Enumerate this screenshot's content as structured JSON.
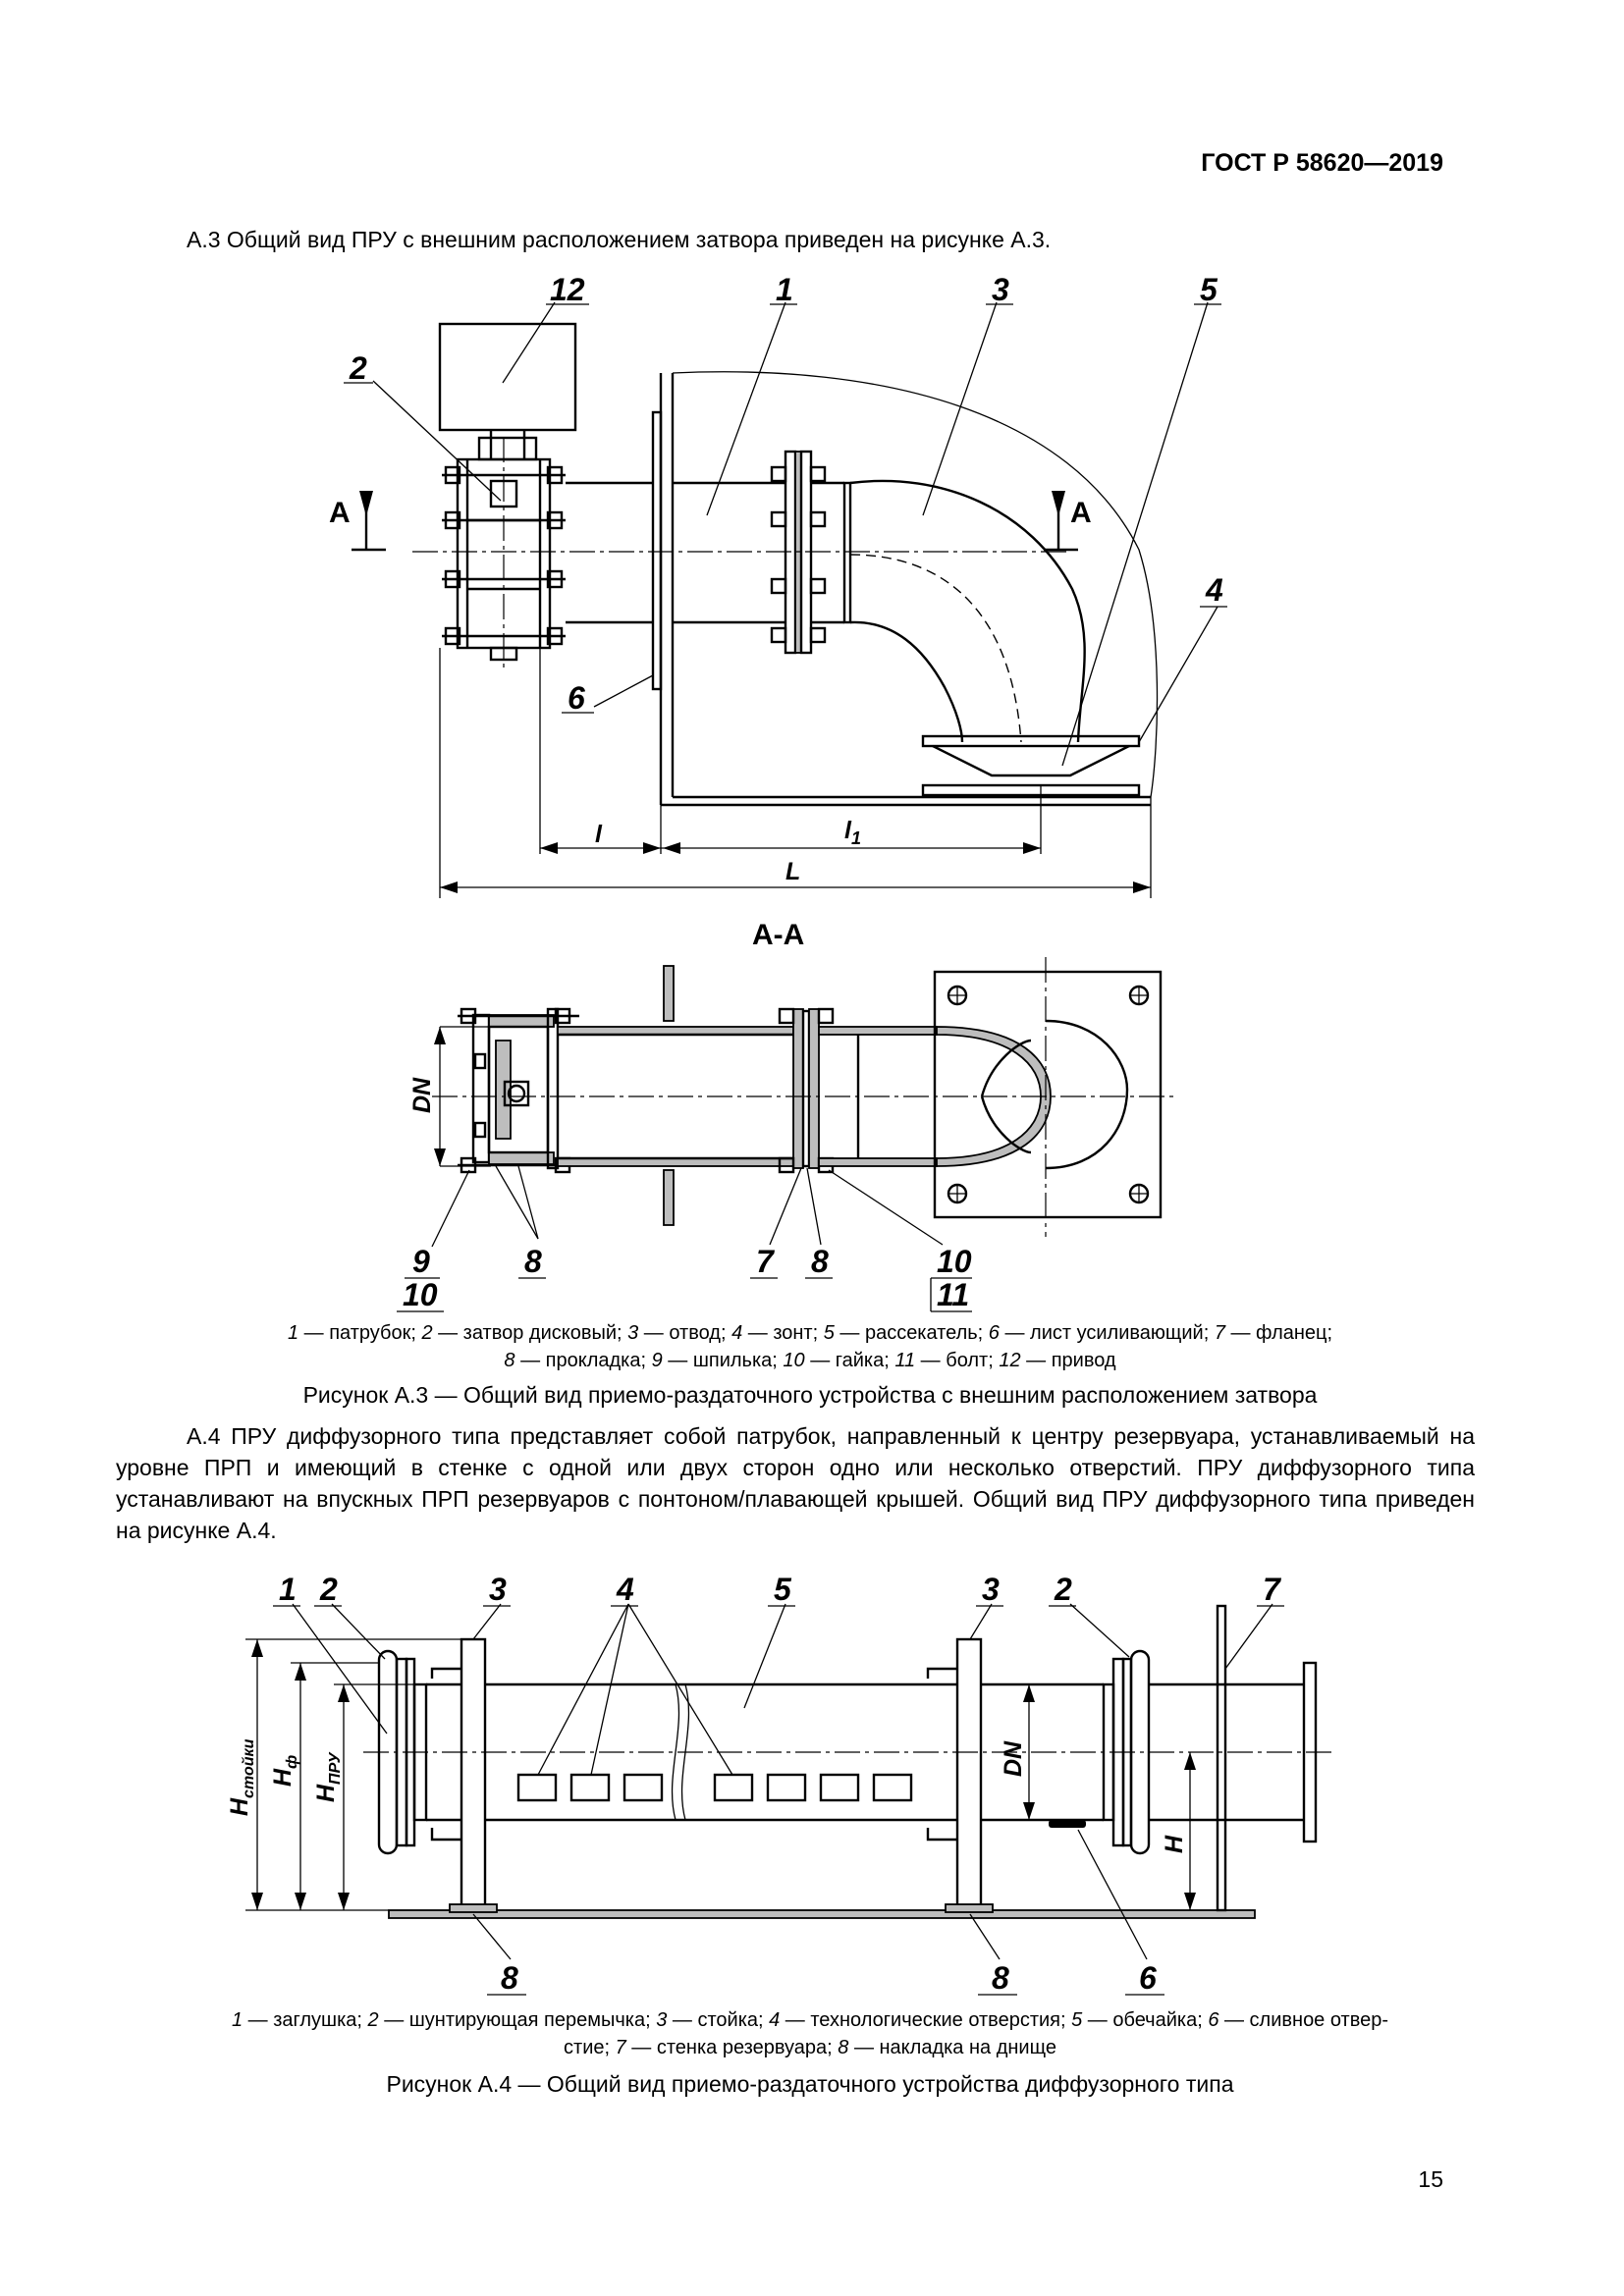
{
  "header": {
    "doc_code": "ГОСТ Р 58620—2019"
  },
  "para_a3": "А.3 Общий вид ПРУ с внешним расположением затвора приведен на рисунке А.3.",
  "figure_a3": {
    "callouts": [
      "1",
      "2",
      "3",
      "4",
      "5",
      "6",
      "12"
    ],
    "section_left_letter": "А",
    "section_right_letter": "А",
    "dim_l": "l",
    "dim_l1_base": "l",
    "dim_l1_sub": "1",
    "dim_L": "L",
    "section_title": "А-А",
    "section_dim_dn": "DN",
    "section_callouts": [
      "9",
      "10",
      "8",
      "7",
      "8",
      "10",
      "11"
    ],
    "legend_parts": [
      {
        "n": "1",
        "t": " — патрубок; "
      },
      {
        "n": "2",
        "t": " — затвор дисковый; "
      },
      {
        "n": "3",
        "t": " — отвод; "
      },
      {
        "n": "4",
        "t": " — зонт; "
      },
      {
        "n": "5",
        "t": " — рассекатель; "
      },
      {
        "n": "6",
        "t": " — лист усиливающий; "
      },
      {
        "n": "7",
        "t": " — фланец;"
      }
    ],
    "legend_parts_2": [
      {
        "n": "8",
        "t": " — прокладка; "
      },
      {
        "n": "9",
        "t": " — шпилька; "
      },
      {
        "n": "10",
        "t": " — гайка; "
      },
      {
        "n": "11",
        "t": " — болт; "
      },
      {
        "n": "12",
        "t": " — привод"
      }
    ],
    "caption": "Рисунок А.3 — Общий вид приемо-раздаточного устройства с внешним расположением затвора"
  },
  "para_a4": "А.4 ПРУ диффузорного типа представляет собой патрубок, направленный к центру резервуара, устанавливаемый на уровне ПРП и имеющий в стенке с одной или двух сторон одно или несколько отверстий. ПРУ диффузорного типа устанавливают на впускных ПРП резервуаров с понтоном/плавающей крышей. Общий вид ПРУ диффузорного типа приведен на рисунке А.4.",
  "figure_a4": {
    "callouts": [
      "1",
      "2",
      "3",
      "4",
      "5",
      "3",
      "2",
      "7",
      "8",
      "8",
      "6"
    ],
    "dim_h_stand_base": "H",
    "dim_h_stand_sub": "стойки",
    "dim_h_f_base": "H",
    "dim_h_f_sub": "ф",
    "dim_h_pru_base": "H",
    "dim_h_pru_sub": "ПРУ",
    "dim_dn": "DN",
    "dim_h": "H",
    "legend_parts": [
      {
        "n": "1",
        "t": " — заглушка; "
      },
      {
        "n": "2",
        "t": " — шунтирующая перемычка; "
      },
      {
        "n": "3",
        "t": " — стойка; "
      },
      {
        "n": "4",
        "t": " — технологические отверстия; "
      },
      {
        "n": "5",
        "t": " — обечайка; "
      },
      {
        "n": "6",
        "t": " — сливное отвер-"
      }
    ],
    "legend_parts_2": [
      {
        "n": "",
        "t": "стие; "
      },
      {
        "n": "7",
        "t": " — стенка резервуара; "
      },
      {
        "n": "8",
        "t": " — накладка на днище"
      }
    ],
    "caption": "Рисунок А.4 — Общий вид приемо-раздаточного устройства диффузорного типа"
  },
  "page_number": "15"
}
